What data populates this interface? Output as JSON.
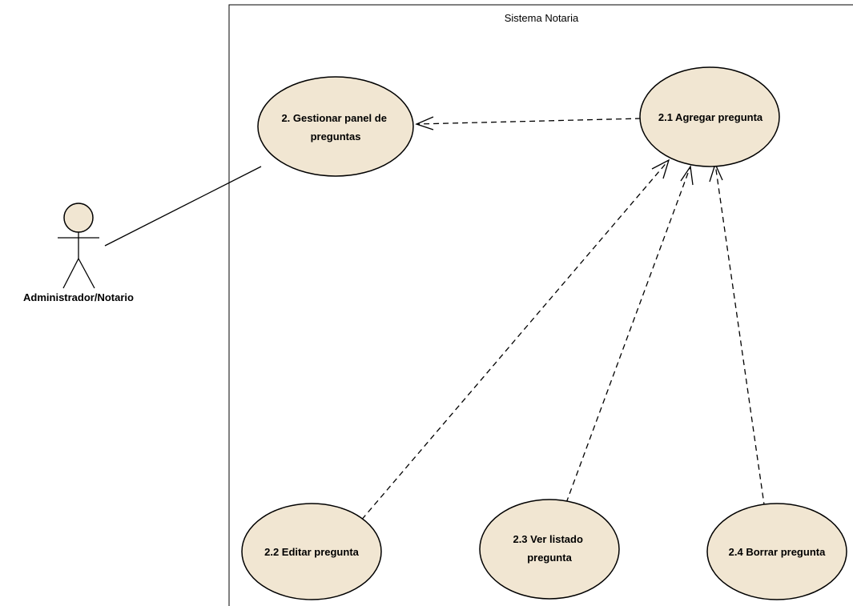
{
  "system": {
    "name": "Sistema Notaria"
  },
  "actor": {
    "name": "Administrador/Notario"
  },
  "use_cases": {
    "gestionar": {
      "lines": [
        "2. Gestionar panel de",
        "preguntas"
      ]
    },
    "agregar": {
      "lines": [
        "2.1 Agregar pregunta"
      ]
    },
    "editar": {
      "lines": [
        "2.2 Editar pregunta"
      ]
    },
    "ver": {
      "lines": [
        "2.3 Ver listado",
        "pregunta"
      ]
    },
    "borrar": {
      "lines": [
        "2.4 Borrar pregunta"
      ]
    }
  },
  "colors": {
    "use_case_fill": "#f1e6d2",
    "stroke": "#000000"
  },
  "relationships": [
    {
      "type": "association",
      "from": "actor",
      "to": "gestionar"
    },
    {
      "type": "dependency",
      "from": "agregar",
      "to": "gestionar"
    },
    {
      "type": "dependency",
      "from": "editar",
      "to": "agregar"
    },
    {
      "type": "dependency",
      "from": "ver",
      "to": "agregar"
    },
    {
      "type": "dependency",
      "from": "borrar",
      "to": "agregar"
    }
  ]
}
